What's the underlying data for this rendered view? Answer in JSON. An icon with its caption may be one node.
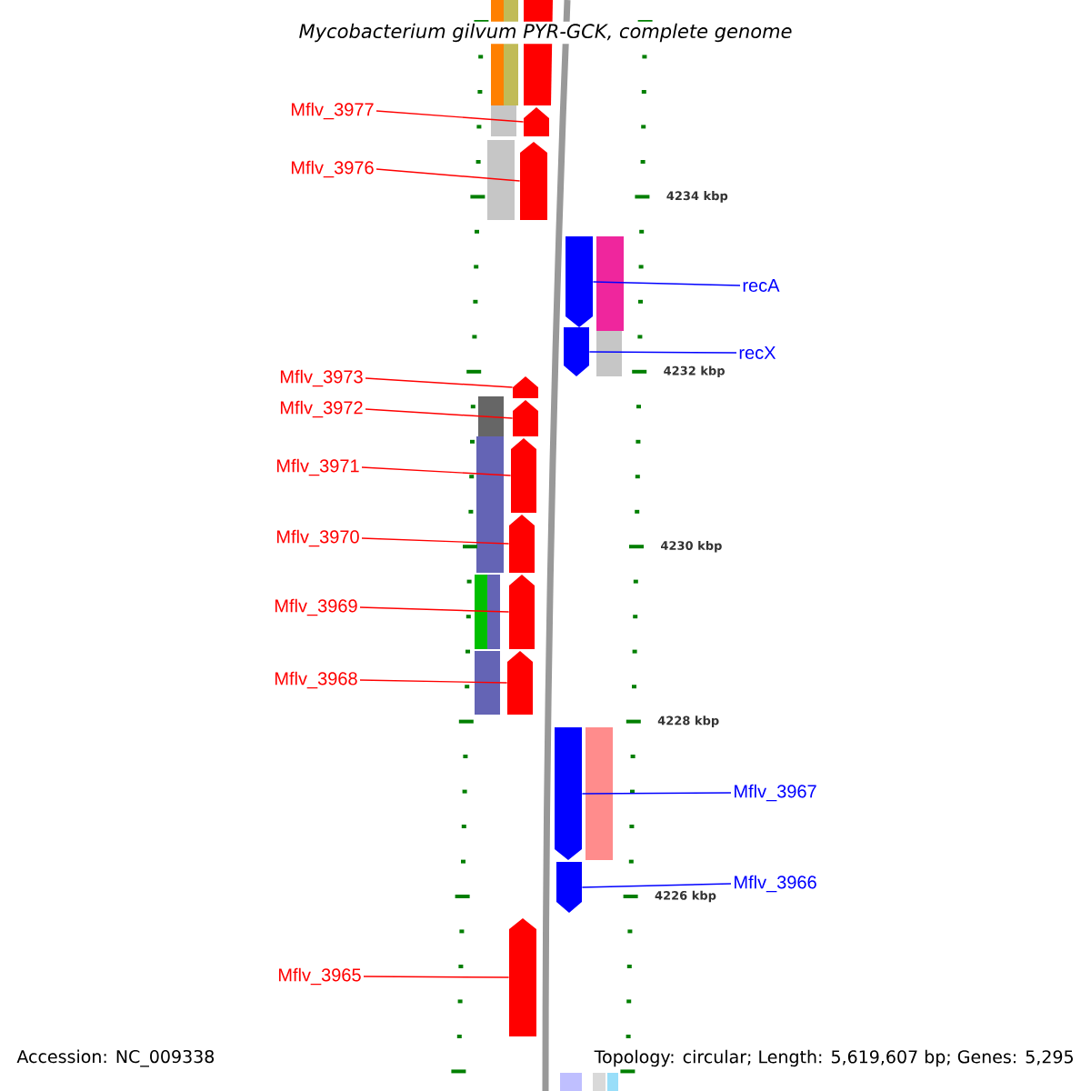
{
  "diagram": {
    "title": "*Mycobacterium gilvum* PYR-GCK, complete genome",
    "nodes": [
      {
        "text": [
          "Mflv_3977"
        ]
      },
      {
        "text": [
          "Mflv_3976"
        ]
      },
      {
        "text": [
          "recA"
        ]
      },
      {
        "text": [
          "recX"
        ]
      },
      {
        "text": [
          "Mflv_3973"
        ]
      },
      {
        "text": [
          "Mflv_3972"
        ]
      },
      {
        "text": [
          "Mflv_3971"
        ]
      },
      {
        "text": [
          "Mflv_3970"
        ]
      },
      {
        "text": [
          "Mflv_3969"
        ]
      },
      {
        "text": [
          "Mflv_3968"
        ]
      },
      {
        "text": [
          "Mflv_3967"
        ]
      },
      {
        "text": [
          "Mflv_3966"
        ]
      },
      {
        "text": [
          "Mflv_3965"
        ]
      },
      {
        "text": [],
        "shape": "arrow"
      },
      {
        "text": [],
        "shape": "arrow"
      },
      {
        "text": [],
        "shape": "arrow"
      },
      {
        "text": [],
        "shape": "arrow"
      },
      {
        "text": [],
        "shape": "arrow"
      },
      {
        "text": [],
        "shape": "arrow"
      },
      {
        "text": [],
        "shape": "arrow"
      },
      {
        "text": [],
        "shape": "arrow"
      },
      {
        "text": [],
        "shape": "arrow"
      },
      {
        "text": [],
        "shape": "arrow"
      },
      {
        "text": [],
        "shape": "arrow"
      },
      {
        "text": [],
        "shape": "arrow"
      },
      {
        "text": [],
        "shape": "arrow"
      }
    ],
    "edges": [
      {
        "from": 0,
        "to": 13,
        "arrow": "none"
      },
      {
        "from": 1,
        "to": 14,
        "arrow": "none"
      },
      {
        "from": 2,
        "to": 15,
        "arrow": "none",
        "color": "#0000ff"
      },
      {
        "from": 3,
        "to": 16,
        "arrow": "none",
        "color": "#0000ff"
      },
      {
        "from": 4,
        "to": 17,
        "arrow": "none"
      },
      {
        "from": 5,
        "to": 18,
        "arrow": "none"
      },
      {
        "from": 6,
        "to": 19,
        "arrow": "none"
      },
      {
        "from": 7,
        "to": 20,
        "arrow": "none"
      },
      {
        "from": 8,
        "to": 21,
        "arrow": "none"
      },
      {
        "from": 9,
        "to": 22,
        "arrow": "none"
      },
      {
        "from": 10,
        "to": 23,
        "arrow": "none",
        "color": "#0000ff"
      },
      {
        "from": 11,
        "to": 24,
        "arrow": "none",
        "color": "#0000ff"
      },
      {
        "from": 12,
        "to": 25,
        "arrow": "none"
      }
    ],
    "labels": [
      "4234 kbp",
      "4232 kbp",
      "4230 kbp",
      "4228 kbp",
      "4226 kbp",
      "Accession: NC_009338",
      "Topology: circular; Length: 5,619,607 bp; Genes: 5,295"
    ]
  }
}
